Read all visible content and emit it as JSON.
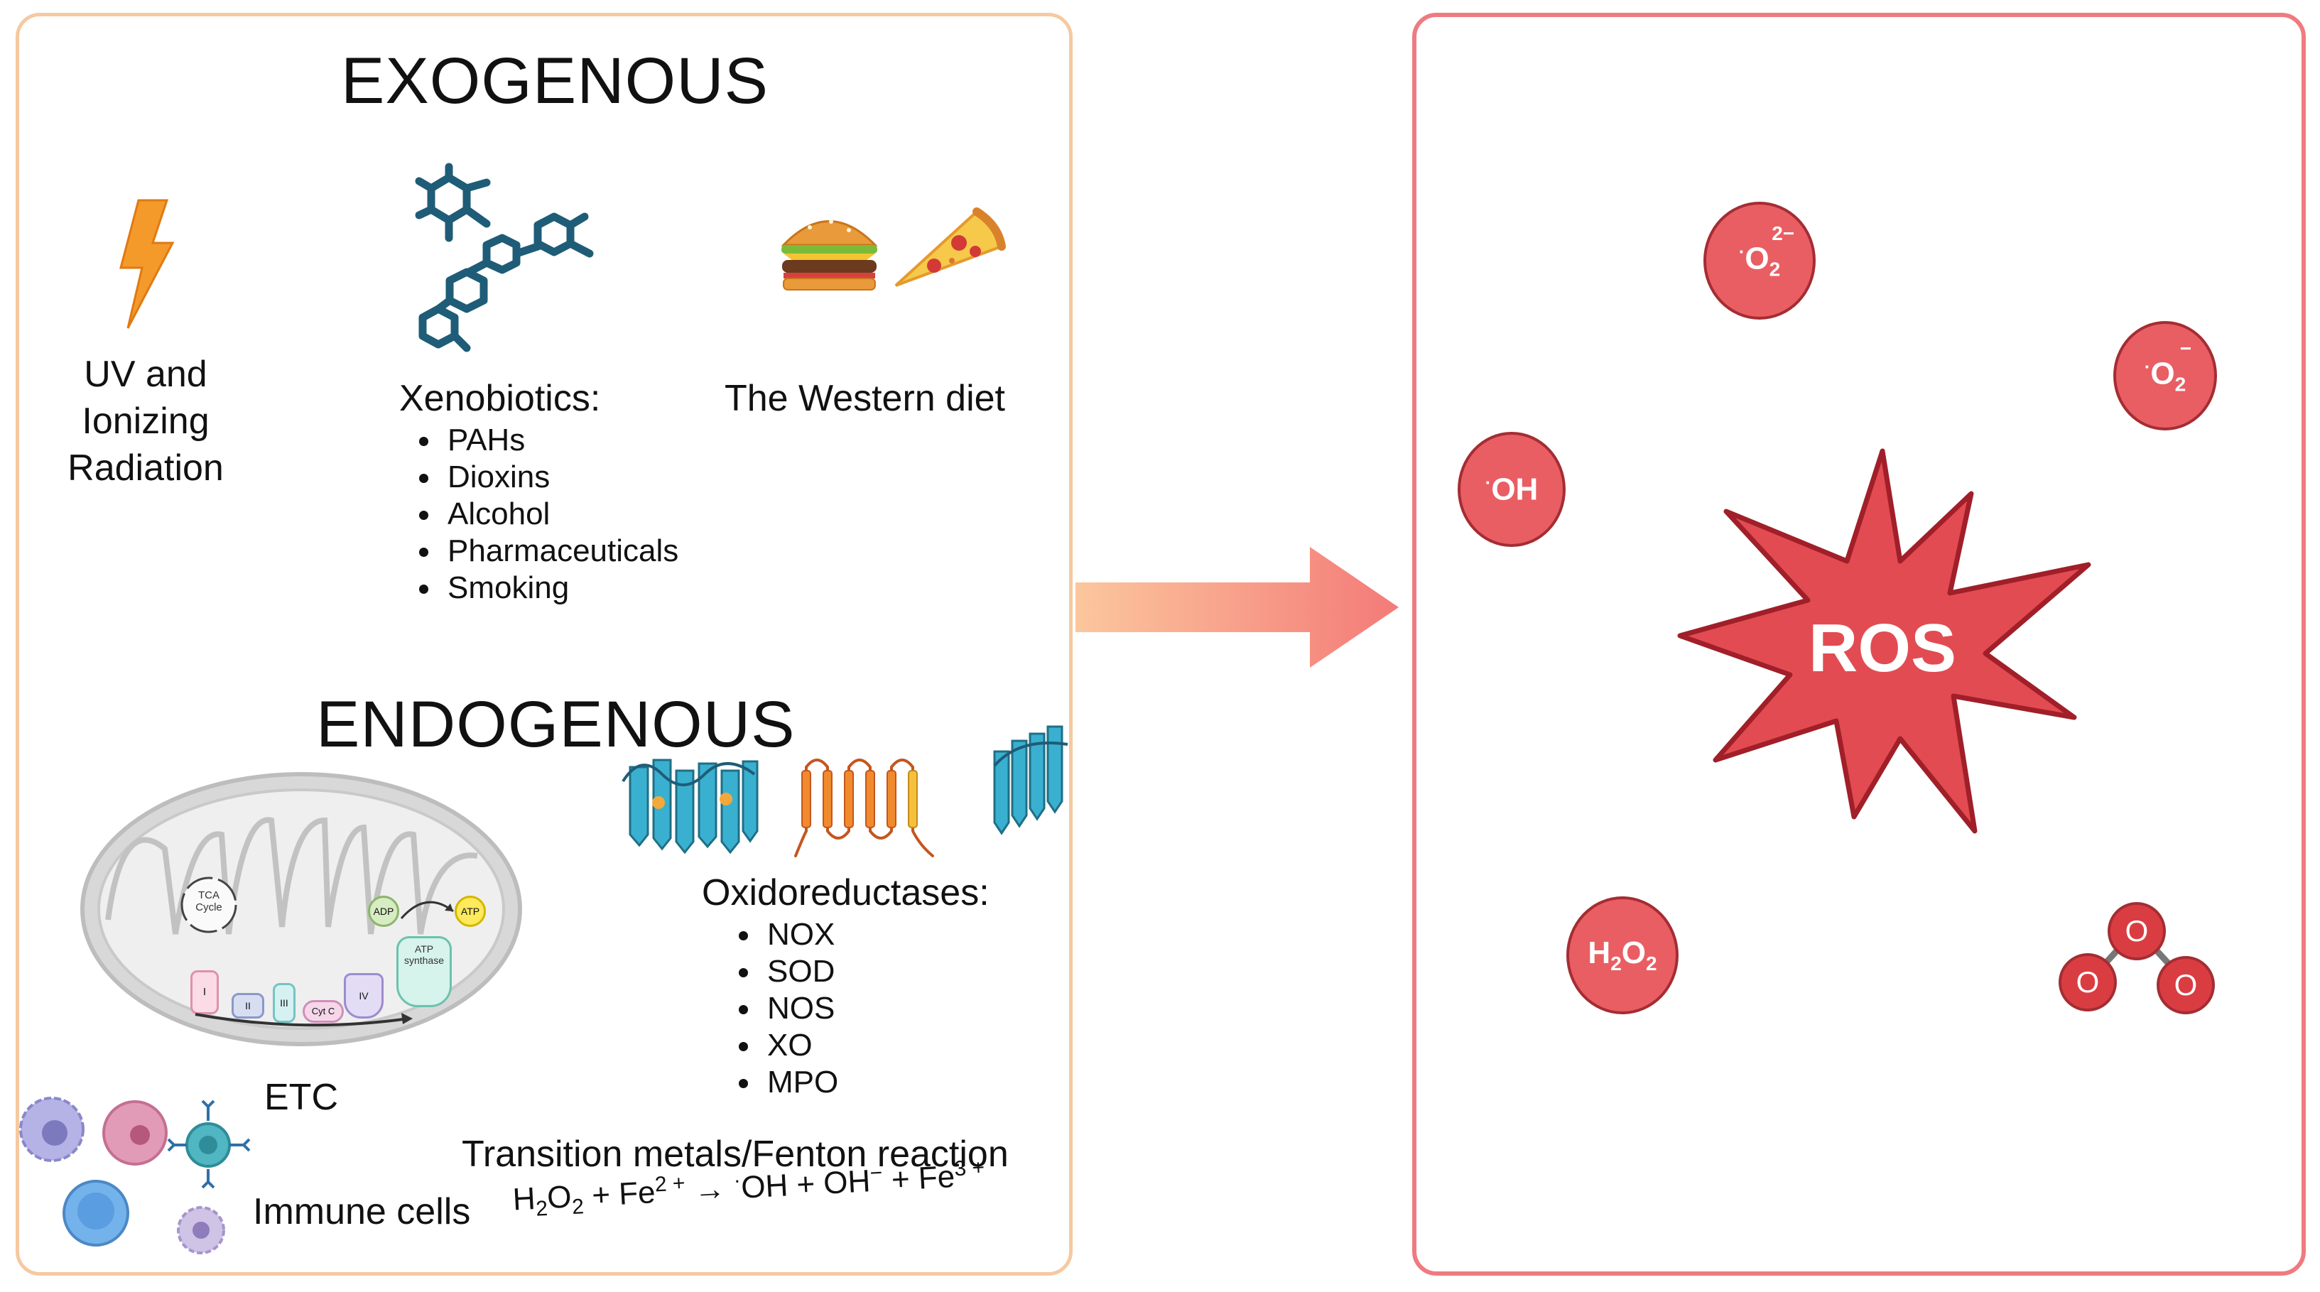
{
  "exogenous": {
    "title": "EXOGENOUS",
    "radiation": {
      "line1": "UV and",
      "line2": "Ionizing",
      "line3": "Radiation",
      "icon": "lightning-icon"
    },
    "xenobiotics": {
      "title": "Xenobiotics:",
      "items": [
        "PAHs",
        "Dioxins",
        "Alcohol",
        "Pharmaceuticals",
        "Smoking"
      ],
      "icon": "molecule-structure-icon"
    },
    "diet": {
      "title": "The Western diet",
      "icons": [
        "burger-icon",
        "pizza-slice-icon"
      ]
    }
  },
  "endogenous": {
    "title": "ENDOGENOUS",
    "etc": {
      "label": "ETC",
      "tca": "TCA",
      "tca2": "Cycle",
      "adp": "ADP",
      "atp": "ATP",
      "synthase1": "ATP",
      "synthase2": "synthase",
      "complex1": "I",
      "complex2": "II",
      "complex3": "III",
      "cytc": "Cyt C",
      "complex4": "IV"
    },
    "oxidoreductases": {
      "title": "Oxidoreductases:",
      "items": [
        "NOX",
        "SOD",
        "NOS",
        "XO",
        "MPO"
      ]
    },
    "immune": {
      "label": "Immune cells"
    },
    "fenton": {
      "title": "Transition metals/Fenton reaction",
      "h": "H",
      "two1": "2",
      "o": "O",
      "two2": "2",
      "plus1": " + Fe",
      "fe2": "2 +",
      "arrow": " → ",
      "oh_dot": "·",
      "oh": "OH + OH",
      "minus": "−",
      "plus2": " + Fe",
      "fe3": "3 +"
    }
  },
  "ros": {
    "label": "ROS",
    "species": {
      "superoxide2": {
        "dot": "·",
        "base": "O",
        "sub": "2",
        "charge": "2−"
      },
      "superoxide": {
        "dot": "·",
        "base": "O",
        "sub": "2",
        "charge": "−"
      },
      "hydroxyl": {
        "dot": "·",
        "base": "OH"
      },
      "peroxide": {
        "h": "H",
        "s1": "2",
        "o": "O",
        "s2": "2"
      },
      "ozone": {
        "a": "O",
        "b": "O",
        "c": "O"
      }
    }
  },
  "colors": {
    "left_border": "#f6c9a0",
    "right_border": "#ee7b80",
    "ros_fill": "#e24b52",
    "ros_stroke": "#a01f29",
    "molecule": "#e95e63"
  }
}
